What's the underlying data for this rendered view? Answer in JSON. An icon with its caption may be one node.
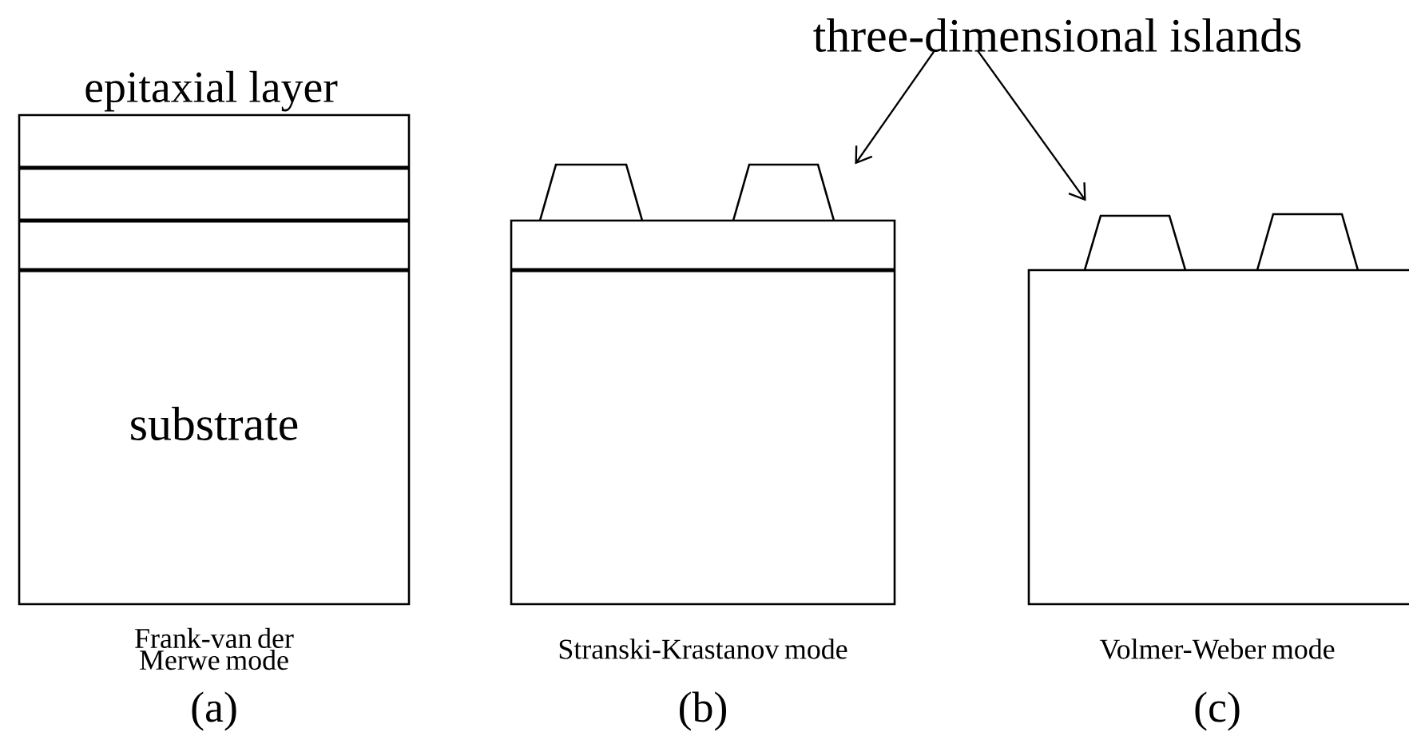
{
  "diagram": {
    "nodes": [
      {
        "text": [
          "epitaxial layer",
          "substrate"
        ]
      },
      {
        "text": [
          "three-dimensional islands"
        ]
      },
      {
        "text": [],
        "shape": "box"
      },
      {
        "text": [],
        "shape": "trapezoid"
      },
      {
        "text": [],
        "shape": "trapezoid"
      },
      {
        "text": [],
        "shape": "box"
      },
      {
        "text": [],
        "shape": "trapezoid"
      },
      {
        "text": [],
        "shape": "trapezoid"
      }
    ],
    "edges": [
      {
        "from": 1,
        "to": 4,
        "arrow": "to"
      },
      {
        "from": 1,
        "to": 6,
        "arrow": "to"
      }
    ],
    "labels": [
      "Frank-van der Merwe mode",
      "(a)",
      "Stranski-Krastanov mode",
      "(b)",
      "Volmer-Weber mode",
      "(c)"
    ]
  }
}
